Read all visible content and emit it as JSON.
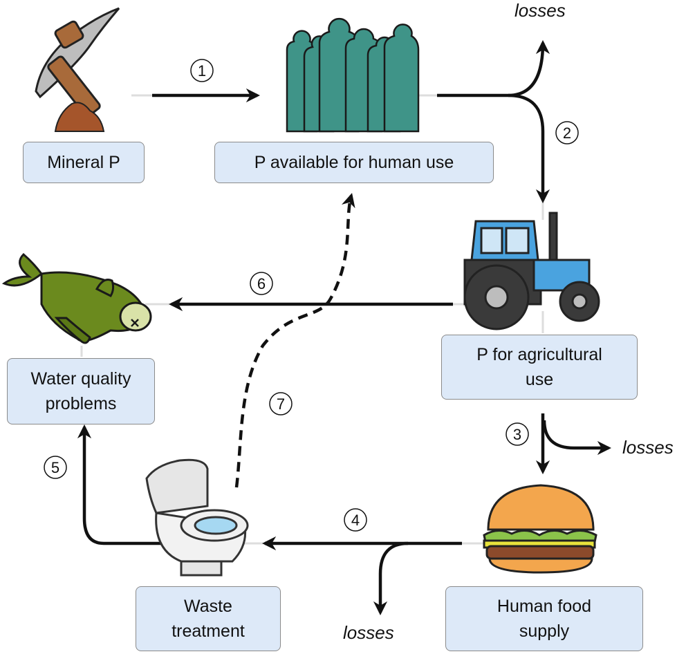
{
  "nodes": {
    "mineral": {
      "label": "Mineral P"
    },
    "human_use": {
      "label": "P available for human use"
    },
    "agricultural": {
      "line1": "P for agricultural",
      "line2": "use"
    },
    "food": {
      "line1": "Human food",
      "line2": "supply"
    },
    "waste": {
      "line1": "Waste",
      "line2": "treatment"
    },
    "water": {
      "line1": "Water quality",
      "line2": "problems"
    }
  },
  "losses_label": "losses",
  "steps": [
    "1",
    "2",
    "3",
    "4",
    "5",
    "6",
    "7"
  ],
  "colors": {
    "box_fill": "#dde9f8",
    "people": "#3f9488",
    "tractor_cab": "#4aa3df",
    "tractor_body": "#3a3a3a",
    "fish": "#6b8a1e",
    "toilet_water": "#a6d8f2",
    "arrow": "#111111"
  },
  "icons": [
    "pickaxe-icon",
    "ore-pile-icon",
    "people-silhouette-icon",
    "tractor-icon",
    "dead-fish-icon",
    "toilet-icon",
    "burger-icon"
  ]
}
